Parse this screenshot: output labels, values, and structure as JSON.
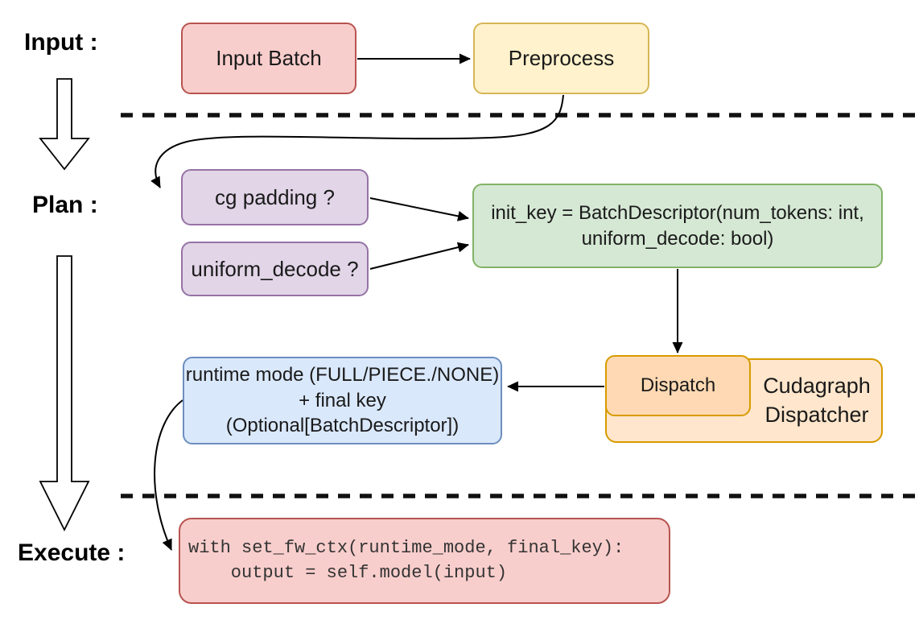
{
  "diagram": {
    "stage_labels": {
      "input": "Input :",
      "plan": "Plan :",
      "execute": "Execute :"
    },
    "nodes": {
      "input_batch": {
        "label": "Input Batch"
      },
      "preprocess": {
        "label": "Preprocess"
      },
      "cg_padding": {
        "label": "cg padding ?"
      },
      "uniform_decode": {
        "label": "uniform_decode ?"
      },
      "init_key": {
        "line1": "init_key = BatchDescriptor(num_tokens: int,",
        "line2": "uniform_decode: bool)"
      },
      "dispatch": {
        "label": "Dispatch"
      },
      "cudagraph_dispatcher": {
        "line1": "Cudagraph",
        "line2": "Dispatcher"
      },
      "runtime_result": {
        "line1": "runtime mode (FULL/PIECE./NONE)",
        "line2": "+ final key (Optional[BatchDescriptor])"
      },
      "execute_code": {
        "line1": "with set_fw_ctx(runtime_mode, final_key):",
        "line2": "    output = self.model(input)"
      }
    },
    "colors": {
      "red_fill": "#f8cecc",
      "red_stroke": "#b85450",
      "yellow_fill": "#fff2cc",
      "yellow_stroke": "#d6b656",
      "purple_fill": "#e1d5e7",
      "purple_stroke": "#9673a6",
      "green_fill": "#d5e8d4",
      "green_stroke": "#82b366",
      "blue_fill": "#dae8fc",
      "blue_stroke": "#6c8ebf",
      "orange_fill": "#ffe6cc",
      "orange_deep_fill": "#ffd9b3",
      "orange_stroke": "#d79b00",
      "line": "#000000"
    }
  }
}
